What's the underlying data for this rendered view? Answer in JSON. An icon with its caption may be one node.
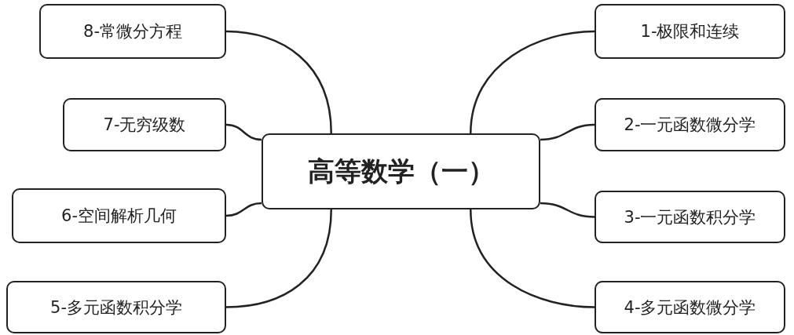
{
  "diagram": {
    "nodes": [
      {
        "text": [
          "高等数学（一）"
        ]
      },
      {
        "text": [
          "1-极限和连续"
        ]
      },
      {
        "text": [
          "2-一元函数微分学"
        ]
      },
      {
        "text": [
          "3-一元函数积分学"
        ]
      },
      {
        "text": [
          "4-多元函数微分学"
        ]
      },
      {
        "text": [
          "5-多元函数积分学"
        ]
      },
      {
        "text": [
          "6-空间解析几何"
        ]
      },
      {
        "text": [
          "7-无穷级数"
        ]
      },
      {
        "text": [
          "8-常微分方程"
        ]
      }
    ],
    "edges": [
      {
        "from": 0,
        "to": 1,
        "arrow": "none"
      },
      {
        "from": 0,
        "to": 2,
        "arrow": "none"
      },
      {
        "from": 0,
        "to": 3,
        "arrow": "none"
      },
      {
        "from": 0,
        "to": 4,
        "arrow": "none"
      },
      {
        "from": 0,
        "to": 5,
        "arrow": "none"
      },
      {
        "from": 0,
        "to": 6,
        "arrow": "none"
      },
      {
        "from": 0,
        "to": 7,
        "arrow": "none"
      },
      {
        "from": 0,
        "to": 8,
        "arrow": "none"
      }
    ]
  }
}
